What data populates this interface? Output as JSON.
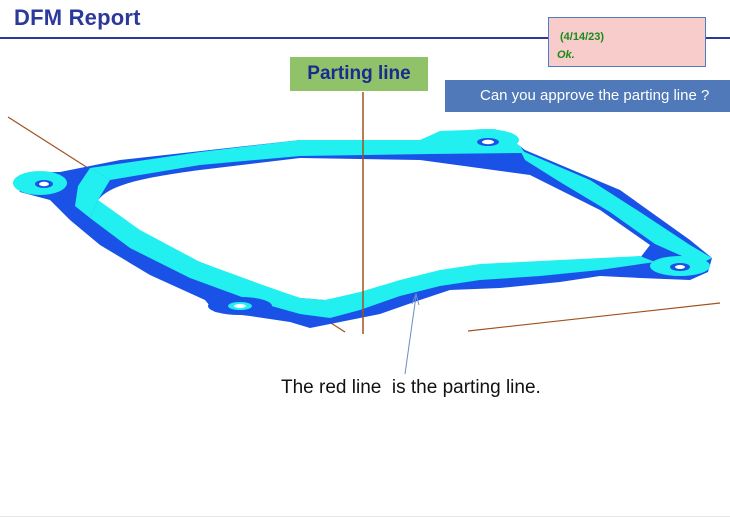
{
  "header": {
    "title": "DFM Report"
  },
  "review": {
    "date": "(4/14/23)",
    "status": "Ok."
  },
  "labels": {
    "parting_line": "Parting line",
    "question": "Can you approve the parting line ?",
    "caption": "The red line  is the parting line."
  },
  "colors": {
    "title": "#2b3a9a",
    "part_top": "#22f0f0",
    "part_side": "#1a52e8",
    "parting_line": "#a0521e",
    "label_bg": "#90c26a",
    "banner_bg": "#4f79b9",
    "review_bg": "#f9cccc",
    "review_text": "#1a8a1a"
  }
}
